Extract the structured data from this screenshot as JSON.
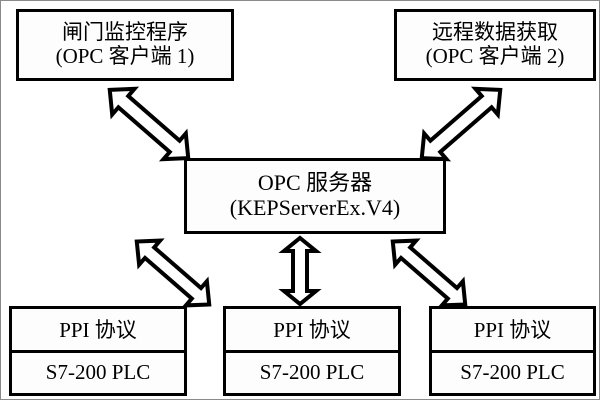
{
  "diagram": {
    "title": "OPC architecture block diagram",
    "nodes": {
      "client1": {
        "line1": "闸门监控程序",
        "line2": "(OPC 客户端 1)"
      },
      "client2": {
        "line1": "远程数据获取",
        "line2": "(OPC 客户端 2)"
      },
      "server": {
        "line1": "OPC 服务器",
        "line2": "(KEPServerEx.V4)"
      },
      "plc1": {
        "protocol": "PPI 协议",
        "device": "S7-200 PLC"
      },
      "plc2": {
        "protocol": "PPI 协议",
        "device": "S7-200 PLC"
      },
      "plc3": {
        "protocol": "PPI 协议",
        "device": "S7-200 PLC"
      }
    },
    "connectors": [
      {
        "name": "client1-server",
        "style": "double-headed-block-arrow",
        "direction": "diagonal-down-right"
      },
      {
        "name": "client2-server",
        "style": "double-headed-block-arrow",
        "direction": "diagonal-down-left"
      },
      {
        "name": "server-plc1",
        "style": "double-headed-block-arrow",
        "direction": "diagonal-down-left"
      },
      {
        "name": "server-plc2",
        "style": "double-headed-block-arrow",
        "direction": "vertical"
      },
      {
        "name": "server-plc3",
        "style": "double-headed-block-arrow",
        "direction": "diagonal-down-right"
      }
    ],
    "colors": {
      "stroke": "#000000",
      "fill": "#ffffff",
      "page_border": "#8a8a8a"
    }
  }
}
